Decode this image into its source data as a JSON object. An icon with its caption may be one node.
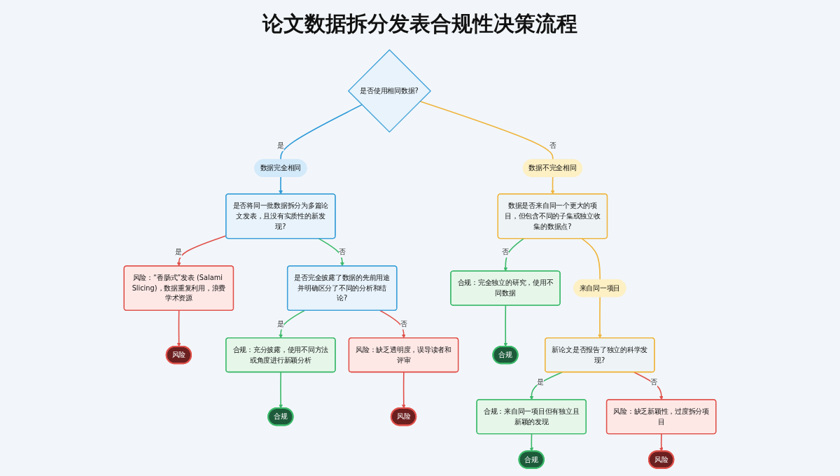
{
  "diagram": {
    "title": "论文数据拆分发表合规性决策流程",
    "nodes": [
      {
        "text": [
          "是否使用相同数据?"
        ]
      },
      {
        "text": [
          "数据完全相同"
        ]
      },
      {
        "text": [
          "数据不完全相同"
        ]
      },
      {
        "text": [
          "风险：“香肠式”发表 (Salami Slicing)，数据重复利用，浪费学术资源"
        ]
      },
      {
        "text": [
          "是否将同一批数据拆分为多篇论文发表，且没有实质性的新发现?"
        ]
      },
      {
        "text": [
          "数据是否来自同一个更大的项目，但包含不同的子集或独立收集的数据点?"
        ]
      },
      {
        "text": [
          "合规：完全独立的研究，使用不同数据"
        ]
      },
      {
        "text": [
          "风险"
        ]
      },
      {
        "text": [
          "合规"
        ]
      },
      {
        "text": [
          "来自同一项目"
        ]
      },
      {
        "text": [
          "是否完全披露了数据的先前用途并明确区分了不同的分析和结论?"
        ]
      },
      {
        "text": [
          "新论文是否报告了独立的科学发现?"
        ]
      },
      {
        "text": [
          "合规：充分披露，使用不同方法或角度进行新颖分析"
        ]
      },
      {
        "text": [
          "风险：缺乏透明度，误导读者和评审"
        ]
      },
      {
        "text": [
          "合规：来自同一项目但有独立且新颖的发现"
        ]
      },
      {
        "text": [
          "风险：缺乏新颖性，过度拆分项目"
        ]
      },
      {
        "text": [
          "合规"
        ]
      },
      {
        "text": [
          "风险"
        ]
      },
      {
        "text": [
          "合规"
        ]
      },
      {
        "text": [
          "风险"
        ]
      }
    ],
    "edges": [
      {
        "from": 0,
        "to": 1,
        "arrow": "none",
        "label": "是",
        "color": "#2d9ad8"
      },
      {
        "from": 0,
        "to": 2,
        "arrow": "none",
        "label": "否",
        "color": "#efb43c"
      },
      {
        "from": 1,
        "to": 4,
        "arrow": "to",
        "color": "#2d9ad8"
      },
      {
        "from": 2,
        "to": 5,
        "arrow": "to",
        "color": "#efb43c"
      },
      {
        "from": 4,
        "to": 3,
        "arrow": "to",
        "label": "是",
        "color": "#e0504a"
      },
      {
        "from": 3,
        "to": 7,
        "arrow": "to",
        "color": "#e0504a"
      },
      {
        "from": 4,
        "to": 10,
        "arrow": "to",
        "label": "否",
        "color": "#3cb96a"
      },
      {
        "from": 5,
        "to": 6,
        "arrow": "to",
        "label": "否",
        "color": "#3cb96a"
      },
      {
        "from": 6,
        "to": 8,
        "arrow": "to",
        "color": "#3cb96a"
      },
      {
        "from": 5,
        "to": 9,
        "arrow": "none",
        "color": "#efb43c"
      },
      {
        "from": 9,
        "to": 11,
        "arrow": "to",
        "color": "#efb43c"
      },
      {
        "from": 10,
        "to": 12,
        "arrow": "to",
        "label": "是",
        "color": "#3cb96a"
      },
      {
        "from": 10,
        "to": 13,
        "arrow": "to",
        "label": "否",
        "color": "#e0504a"
      },
      {
        "from": 11,
        "to": 14,
        "arrow": "to",
        "label": "是",
        "color": "#3cb96a"
      },
      {
        "from": 11,
        "to": 15,
        "arrow": "to",
        "label": "否",
        "color": "#e0504a"
      },
      {
        "from": 12,
        "to": 16,
        "arrow": "to",
        "color": "#3cb96a"
      },
      {
        "from": 13,
        "to": 17,
        "arrow": "to",
        "color": "#e0504a"
      },
      {
        "from": 14,
        "to": 18,
        "arrow": "to",
        "color": "#3cb96a"
      },
      {
        "from": 15,
        "to": 19,
        "arrow": "to",
        "color": "#e0504a"
      }
    ]
  }
}
